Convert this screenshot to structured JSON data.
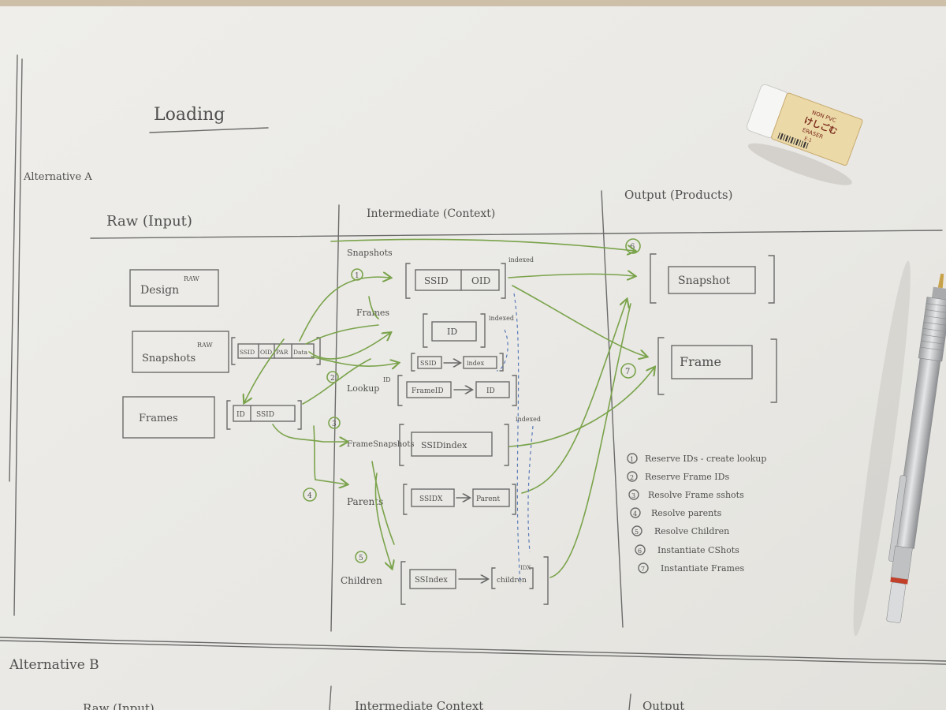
{
  "sheet": {
    "title": "Loading",
    "section_a": "Alternative A",
    "section_b": "Alternative B"
  },
  "columns": {
    "raw": "Raw (Input)",
    "intermediate": "Intermediate (Context)",
    "output": "Output (Products)"
  },
  "raw_items": {
    "design": "Design",
    "design_sup": "RAW",
    "snapshots": "Snapshots",
    "snapshots_sup": "RAW",
    "frames": "Frames",
    "snapshot_fields": [
      "SSID",
      "OID",
      "PAR",
      "Data"
    ],
    "frame_fields": [
      "ID",
      "SSID"
    ]
  },
  "intermediate": {
    "snapshots_label": "Snapshots",
    "snapshots_fields": [
      "SSID",
      "OID"
    ],
    "snapshots_sup": "indexed",
    "frames_label": "Frames",
    "frames_field": "ID",
    "frames_sup": "indexed",
    "ssid_map": [
      "SSID",
      "index"
    ],
    "lookup_label": "Lookup",
    "lookup_sup": "ID",
    "lookup_map": [
      "FrameID",
      "ID"
    ],
    "framesnap_label": "FrameSnapshots",
    "framesnap_field": "SSIDindex",
    "framesnap_sup": "indexed",
    "parents_label": "Parents",
    "parents_map": [
      "SSIDX",
      "Parent"
    ],
    "children_label": "Children",
    "children_map": [
      "SSIndex",
      "children"
    ],
    "children_sup": "IDX"
  },
  "output_items": {
    "snapshot": "Snapshot",
    "frame": "Frame",
    "marker_snapshot": "6",
    "marker_frame": "7"
  },
  "step_markers": [
    "1",
    "2",
    "3",
    "4",
    "5"
  ],
  "legend": [
    {
      "num": "1",
      "text": "Reserve IDs - create lookup"
    },
    {
      "num": "2",
      "text": "Reserve Frame IDs"
    },
    {
      "num": "3",
      "text": "Resolve Frame sshots"
    },
    {
      "num": "4",
      "text": "Resolve parents"
    },
    {
      "num": "5",
      "text": "Resolve Children"
    },
    {
      "num": "6",
      "text": "Instantiate CShots"
    },
    {
      "num": "7",
      "text": "Instantiate Frames"
    }
  ],
  "eraser": {
    "line1": "NON PVC",
    "line2": "けしごむ",
    "line3": "ERASER",
    "line4": "E-1"
  },
  "section_b_columns": {
    "raw": "Raw (Input)",
    "intermediate": "Intermediate Context",
    "output": "Output"
  }
}
